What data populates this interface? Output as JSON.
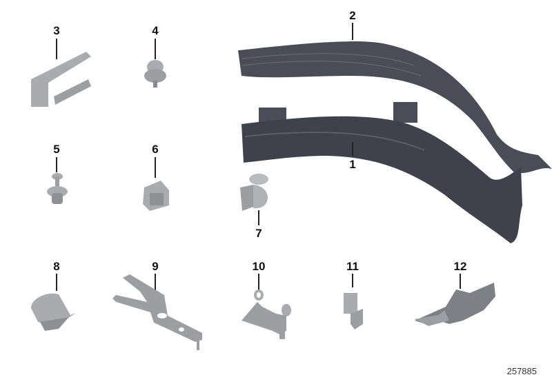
{
  "diagram": {
    "type": "exploded-parts-diagram",
    "reference_number": "257885",
    "parts": [
      {
        "id": "1",
        "label": "1",
        "description": "large dark cable duct (lower)"
      },
      {
        "id": "2",
        "label": "2",
        "description": "large dark cable duct cover (upper)"
      },
      {
        "id": "3",
        "label": "3",
        "description": "U-shaped bracket clip"
      },
      {
        "id": "4",
        "label": "4",
        "description": "round cable clip"
      },
      {
        "id": "5",
        "label": "5",
        "description": "expanding rivet"
      },
      {
        "id": "6",
        "label": "6",
        "description": "square clip nut"
      },
      {
        "id": "7",
        "label": "7",
        "description": "curved holder clip"
      },
      {
        "id": "8",
        "label": "8",
        "description": "spring clip"
      },
      {
        "id": "9",
        "label": "9",
        "description": "long metal bracket"
      },
      {
        "id": "10",
        "label": "10",
        "description": "bent bracket with eyelets"
      },
      {
        "id": "11",
        "label": "11",
        "description": "small retaining clip"
      },
      {
        "id": "12",
        "label": "12",
        "description": "holder bracket"
      }
    ],
    "colors": {
      "dark_part": "#4a4d57",
      "light_part": "#a9abae",
      "label": "#111111",
      "background": "#ffffff"
    }
  }
}
